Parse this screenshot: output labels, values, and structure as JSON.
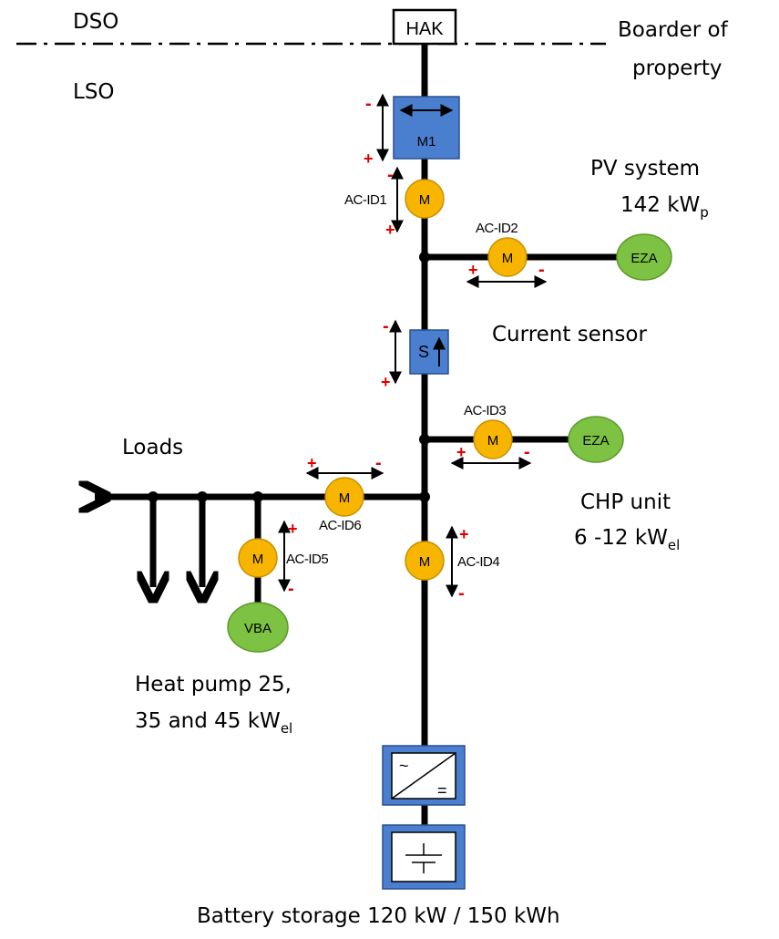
{
  "labels": {
    "dso": "DSO",
    "lso": "LSO",
    "border_line1": "Boarder of",
    "border_line2": "property",
    "pv_line1": "PV system",
    "pv_value": "142 kW",
    "pv_sub": "p",
    "current_sensor": "Current sensor",
    "loads": "Loads",
    "chp_line1": "CHP unit",
    "chp_value": "6 -12 kW",
    "chp_sub": "el",
    "hp_line1": "Heat pump 25,",
    "hp_line2": "35 and 45 kW",
    "hp_sub": "el",
    "battery": "Battery storage 120 kW / 150 kWh"
  },
  "nodes": {
    "hak": "HAK",
    "m1": "M1",
    "sensor": "S",
    "meter": "M",
    "eza": "EZA",
    "vba": "VBA",
    "inverter_ac": "~",
    "inverter_dc": "="
  },
  "meter_ids": {
    "ac1": "AC-ID1",
    "ac2": "AC-ID2",
    "ac3": "AC-ID3",
    "ac4": "AC-ID4",
    "ac5": "AC-ID5",
    "ac6": "AC-ID6"
  },
  "signs": {
    "plus": "+",
    "minus": "-"
  },
  "colors": {
    "meter": "#f7b500",
    "generator": "#7dc242",
    "box": "#4a7fcf",
    "sign": "#e00000"
  }
}
